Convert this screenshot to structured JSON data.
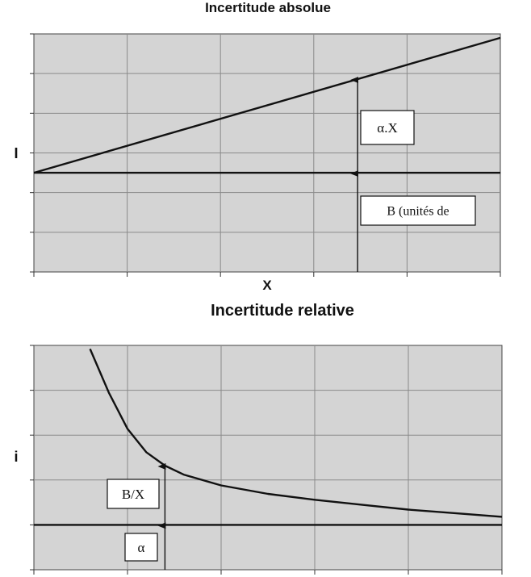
{
  "chart_data": [
    {
      "type": "line",
      "title": "Incertitude absolue",
      "xlabel": "X",
      "ylabel": "I",
      "grid": true,
      "xlim": [
        0,
        5
      ],
      "ylim": [
        -2.5,
        3.5
      ],
      "series": [
        {
          "x": [
            0,
            5
          ],
          "y": [
            0,
            3.4
          ]
        },
        {
          "x": [
            0,
            5
          ],
          "y": [
            0,
            0
          ]
        }
      ],
      "annotations": [
        {
          "text": "α.X",
          "x": 3.47,
          "y_from": 0,
          "y_to": 2.36
        },
        {
          "text": "B (unités de",
          "x": 3.47,
          "y_from": -2.5,
          "y_to": 0
        }
      ]
    },
    {
      "type": "line",
      "title": "Incertitude relative",
      "xlabel": "",
      "ylabel": "i",
      "grid": true,
      "xlim": [
        0,
        5
      ],
      "ylim": [
        0,
        5
      ],
      "series": [
        {
          "x": [
            0.6,
            0.8,
            1.0,
            1.2,
            1.4,
            1.6,
            2.0,
            2.5,
            3.0,
            3.5,
            4.0,
            4.5,
            5.0
          ],
          "y": [
            4.92,
            3.95,
            3.14,
            2.62,
            2.32,
            2.12,
            1.88,
            1.69,
            1.56,
            1.45,
            1.34,
            1.26,
            1.18
          ]
        },
        {
          "x": [
            0,
            5
          ],
          "y": [
            1,
            1
          ]
        }
      ],
      "annotations": [
        {
          "text": "B/X",
          "x": 1.4,
          "y_from": 1,
          "y_to": 2.32
        },
        {
          "text": "α",
          "x": 1.4,
          "y_from": 0,
          "y_to": 1
        }
      ]
    }
  ]
}
